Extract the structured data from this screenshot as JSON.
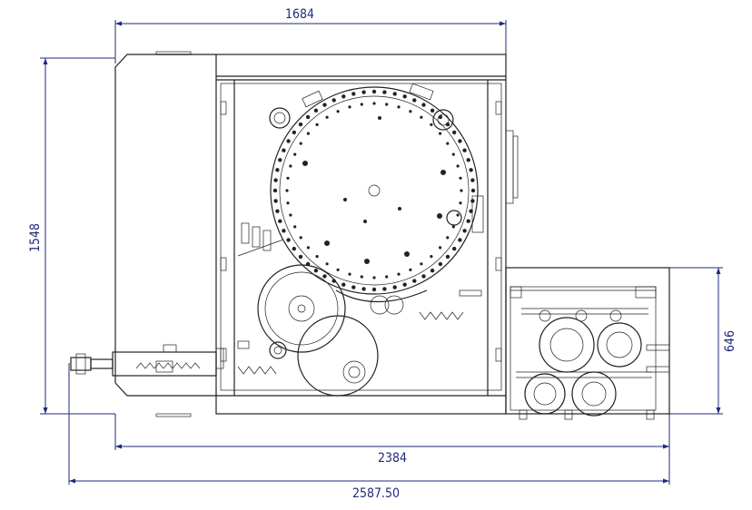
{
  "drawing": {
    "dimensions": {
      "top_width": "1684",
      "total_height": "1548",
      "right_height": "646",
      "overall_width": "2384",
      "full_width": "2587.50"
    },
    "colors": {
      "dimension_line": "#1f2a7a",
      "machine_line": "#222222",
      "background": "#ffffff"
    }
  }
}
